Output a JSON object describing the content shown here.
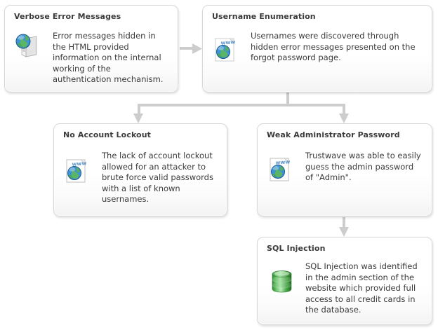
{
  "diagram": {
    "type": "flowchart",
    "title": "",
    "background_color": "#ffffff",
    "connector_color": "#c9c9c9",
    "node_border_color": "#d8d8d8",
    "title_color": "#3b3b3b",
    "body_color": "#3a3a3a",
    "nodes": [
      {
        "id": "verbose-error-messages",
        "title": "Verbose Error Messages",
        "body": "Error messages hidden in the HTML provided information on the internal working of the authentication mechanism.",
        "icon": "globe-server-icon"
      },
      {
        "id": "username-enumeration",
        "title": "Username Enumeration",
        "body": "Usernames were discovered through hidden error messages presented on the forgot password page.",
        "icon": "web-page-globe-icon"
      },
      {
        "id": "no-account-lockout",
        "title": "No Account Lockout",
        "body": "The lack of account lockout allowed for an attacker to brute force valid passwords with a list of known usernames.",
        "icon": "web-page-globe-icon"
      },
      {
        "id": "weak-admin-password",
        "title": "Weak Administrator Password",
        "body": "Trustwave was able to easily guess the admin password of \"Admin\".",
        "icon": "web-page-globe-icon"
      },
      {
        "id": "sql-injection",
        "title": "SQL Injection",
        "body": "SQL Injection was identified in the admin section of the website which provided full access to all credit cards in the database.",
        "icon": "database-icon"
      }
    ],
    "edges": [
      {
        "from": "verbose-error-messages",
        "to": "username-enumeration",
        "direction": "right"
      },
      {
        "from": "username-enumeration",
        "to": "no-account-lockout",
        "direction": "down-left"
      },
      {
        "from": "username-enumeration",
        "to": "weak-admin-password",
        "direction": "down-right"
      },
      {
        "from": "weak-admin-password",
        "to": "sql-injection",
        "direction": "down"
      }
    ],
    "icon_labels": {
      "web_page_label": "www"
    }
  }
}
